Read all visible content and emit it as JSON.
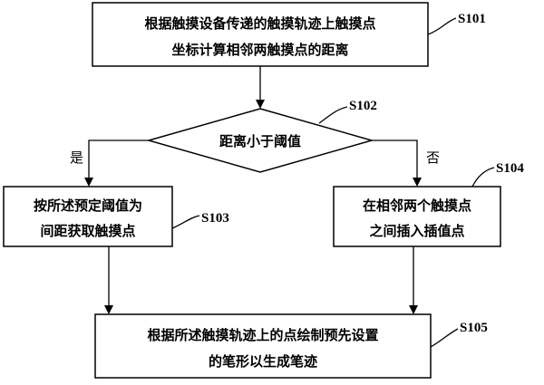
{
  "steps": {
    "s101": {
      "label": "S101",
      "lines": [
        "根据触摸设备传递的触摸轨迹上触摸点",
        "坐标计算相邻两触摸点的距离"
      ]
    },
    "s102": {
      "label": "S102",
      "lines": [
        "距离小于阈值"
      ]
    },
    "s103": {
      "label": "S103",
      "lines": [
        "按所述预定阈值为",
        "间距获取触摸点"
      ]
    },
    "s104": {
      "label": "S104",
      "lines": [
        "在相邻两个触摸点",
        "之间插入插值点"
      ]
    },
    "s105": {
      "label": "S105",
      "lines": [
        "根据所述触摸轨迹上的点绘制预先设置",
        "的笔形以生成笔迹"
      ]
    }
  },
  "branches": {
    "yes": "是",
    "no": "否"
  }
}
